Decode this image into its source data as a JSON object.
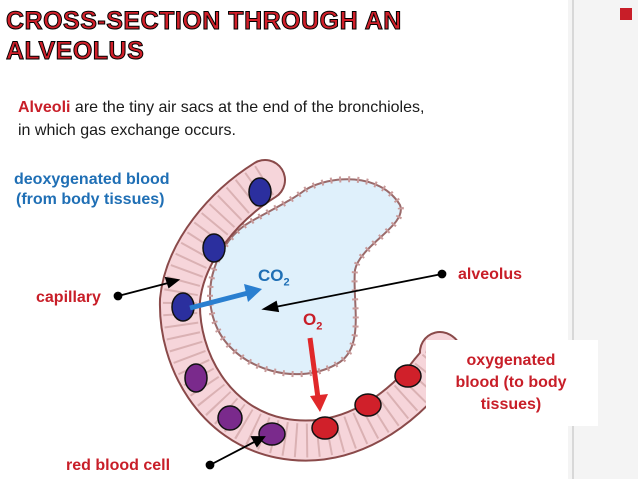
{
  "title": {
    "line1": "CROSS-SECTION THROUGH AN",
    "line2": "ALVEOLUS"
  },
  "intro": {
    "term": "Alveoli",
    "line1_rest": " are the tiny air sacs at the end of the bronchioles,",
    "line2": "in which gas exchange occurs."
  },
  "labels": {
    "deoxygenated_line1": "deoxygenated blood",
    "deoxygenated_line2": "(from body tissues)",
    "capillary": "capillary",
    "co2_base": "CO",
    "co2_sub": "2",
    "o2_base": "O",
    "o2_sub": "2",
    "alveolus": "alveolus",
    "oxygenated_line1": "oxygenated",
    "oxygenated_line2": "blood (to body",
    "oxygenated_line3": "tissues)",
    "red_blood_cell": "red blood cell"
  },
  "colors": {
    "title_red": "#d0202a",
    "label_blue": "#1f6fb5",
    "label_red": "#c81e28",
    "alveolus_fill": "#dff0fb",
    "capillary_fill": "#f6d5da",
    "deoxy_cell": "#2b2f9e",
    "mid_cell": "#7a2a8c",
    "oxy_cell": "#d0202a",
    "arrow_blue": "#2a7fd0",
    "arrow_red": "#e0282a"
  }
}
